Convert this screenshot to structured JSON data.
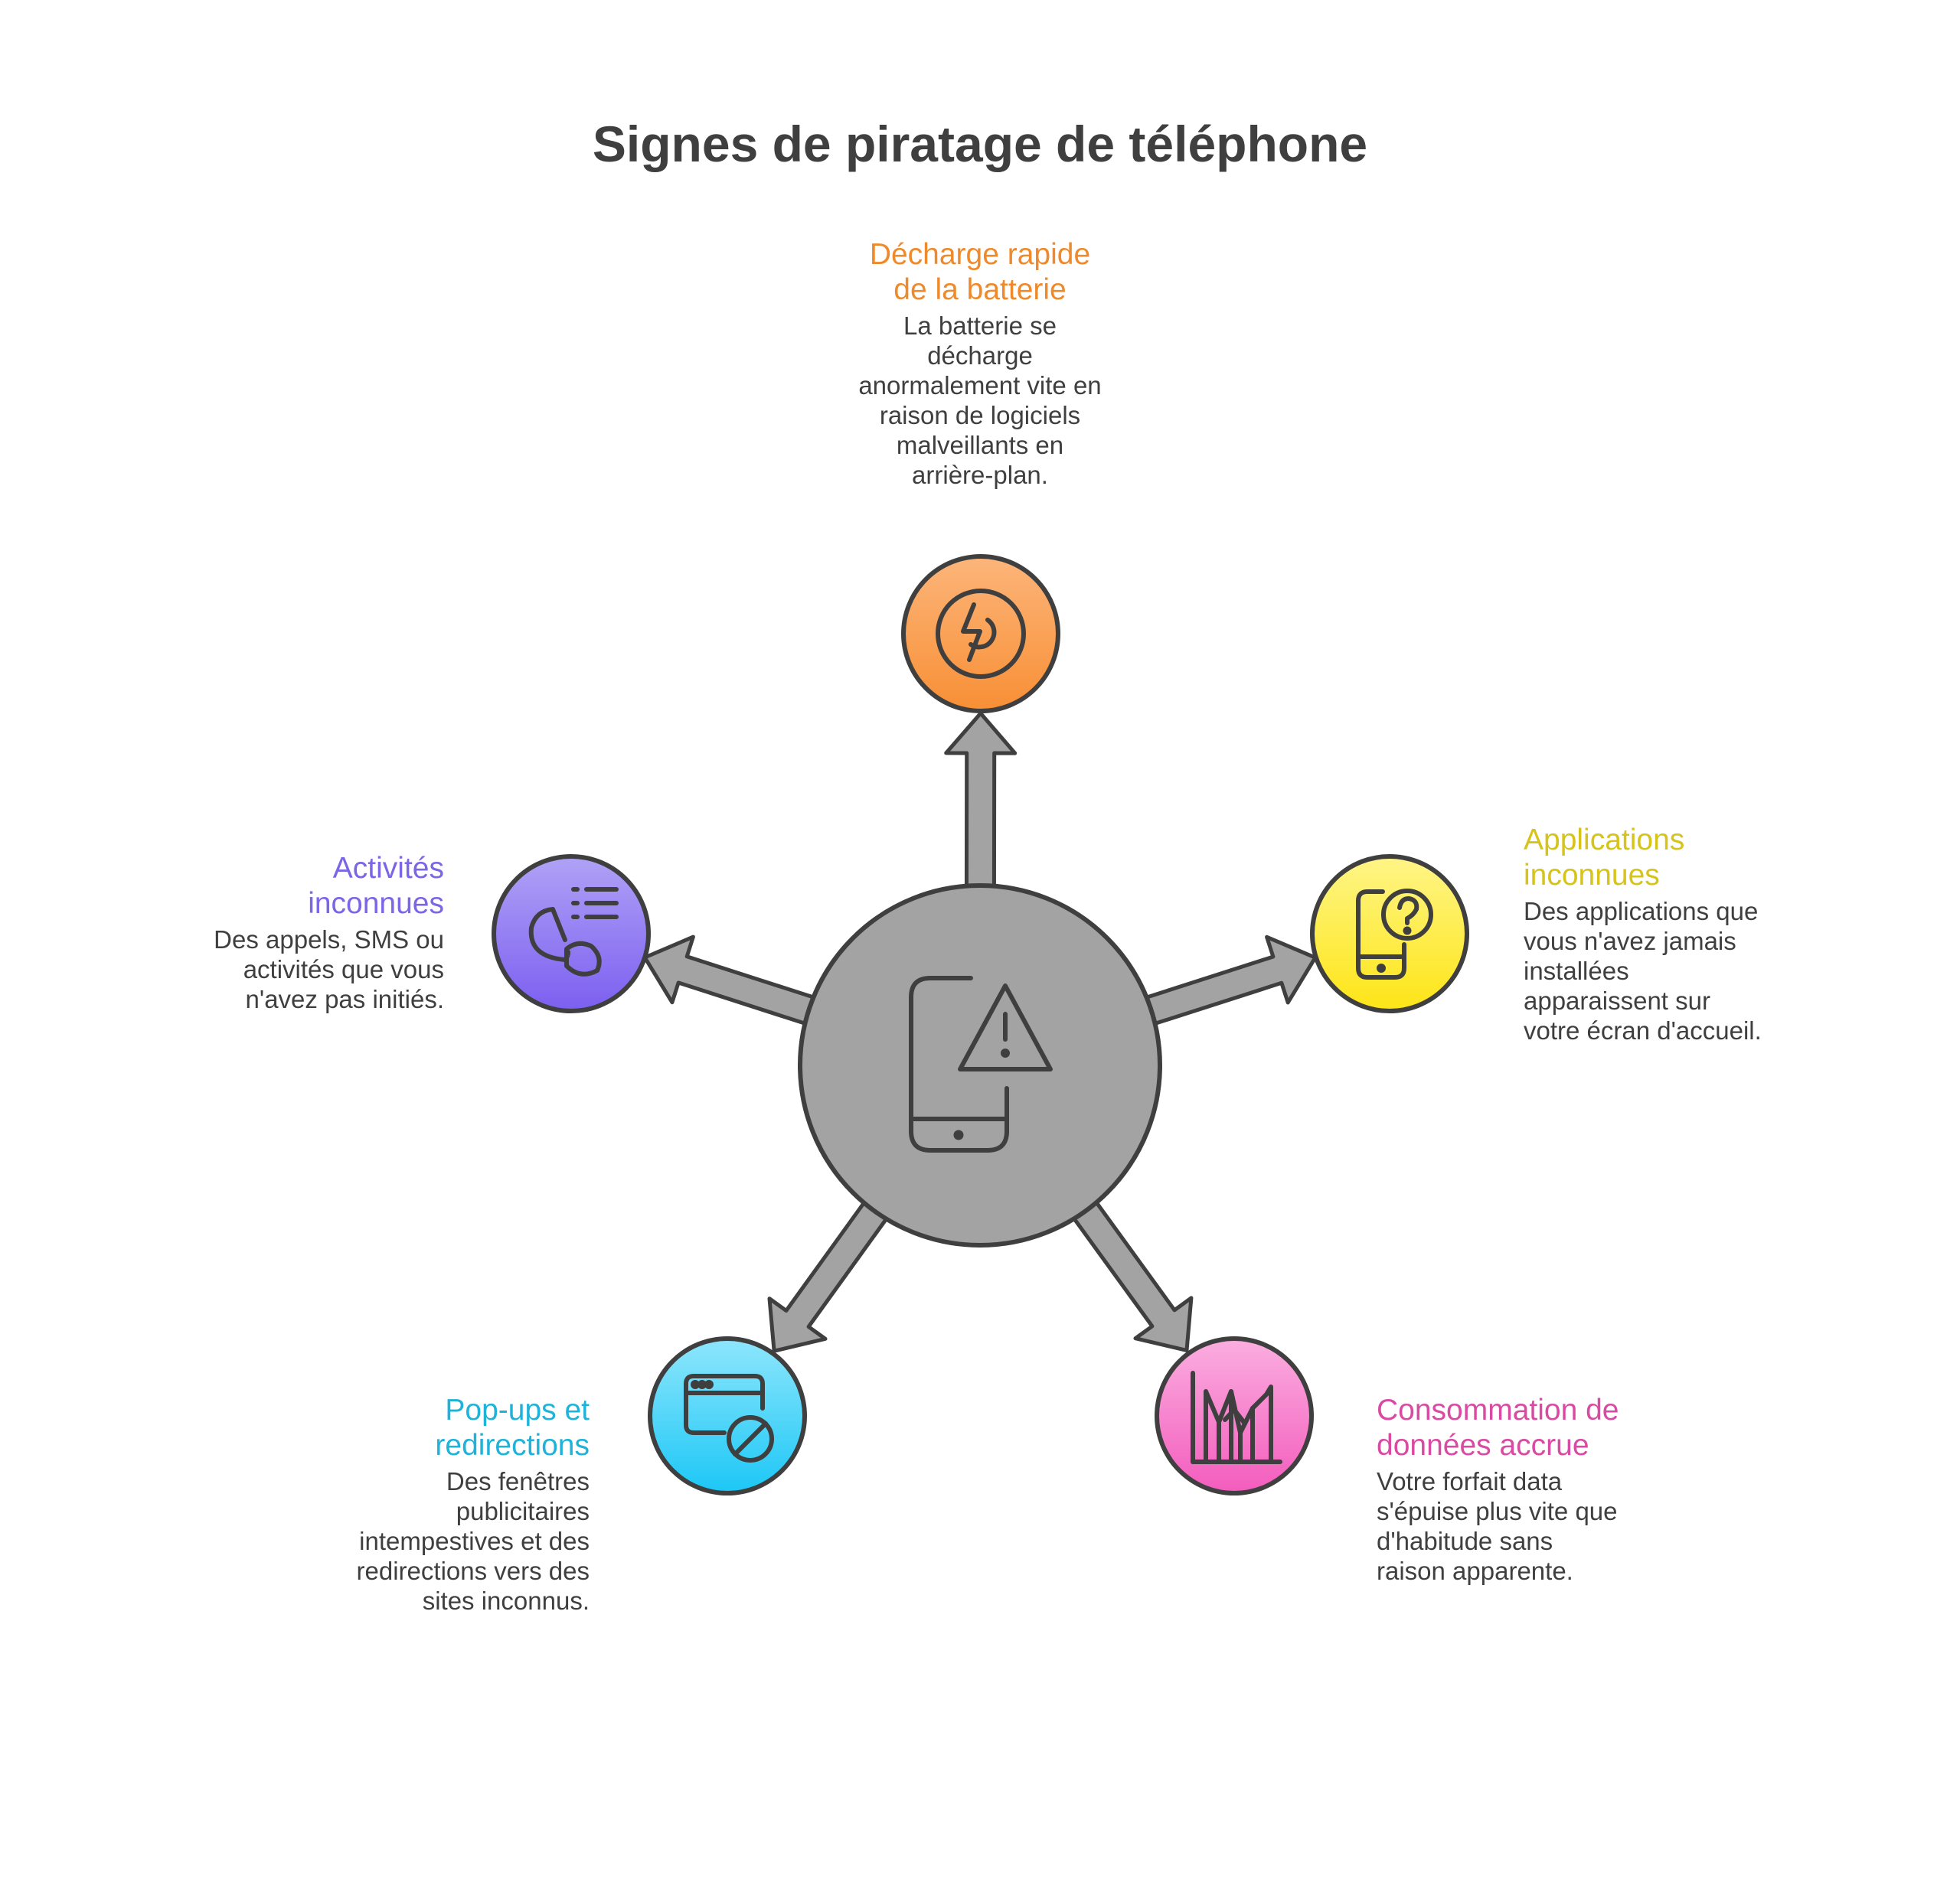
{
  "title": "Signes de piratage de téléphone",
  "colors": {
    "hub": "#a3a3a3",
    "stroke": "#3f3f3f",
    "battery": "#ef8a2c",
    "activities": "#7c65e6",
    "apps": "#d6c41a",
    "popups": "#1fb3d9",
    "data": "#d94aa2"
  },
  "center": {
    "icon": "phone-warning-icon"
  },
  "signs": [
    {
      "id": "battery",
      "title": "Décharge rapide de la batterie",
      "title_lines": [
        "Décharge rapide",
        "de la batterie"
      ],
      "description": "La batterie se décharge anormalement vite en raison de logiciels malveillants en arrière-plan.",
      "description_lines": [
        "La batterie se",
        "décharge",
        "anormalement vite en",
        "raison de logiciels",
        "malveillants en",
        "arrière-plan."
      ],
      "icon": "battery-bolt-icon"
    },
    {
      "id": "activities",
      "title": "Activités inconnues",
      "title_lines": [
        "Activités",
        "inconnues"
      ],
      "description": "Des appels, SMS ou activités que vous n'avez pas initiés.",
      "description_lines": [
        "Des appels, SMS ou",
        "activités que vous",
        "n'avez pas initiés."
      ],
      "icon": "phone-call-list-icon"
    },
    {
      "id": "apps",
      "title": "Applications inconnues",
      "title_lines": [
        "Applications",
        "inconnues"
      ],
      "description": "Des applications que vous n'avez jamais installées apparaissent sur votre écran d'accueil.",
      "description_lines": [
        "Des applications que",
        "vous n'avez jamais",
        "installées",
        "apparaissent sur",
        "votre écran d'accueil."
      ],
      "icon": "phone-question-icon"
    },
    {
      "id": "popups",
      "title": "Pop-ups et redirections",
      "title_lines": [
        "Pop-ups et",
        "redirections"
      ],
      "description": "Des fenêtres publicitaires intempestives et des redirections vers des sites inconnus.",
      "description_lines": [
        "Des fenêtres",
        "publicitaires",
        "intempestives et des",
        "redirections vers des",
        "sites inconnus."
      ],
      "icon": "browser-blocked-icon"
    },
    {
      "id": "data",
      "title": "Consommation de données accrue",
      "title_lines": [
        "Consommation de",
        "données accrue"
      ],
      "description": "Votre forfait data s'épuise plus vite que d'habitude sans raison apparente.",
      "description_lines": [
        "Votre forfait data",
        "s'épuise plus vite que",
        "d'habitude sans",
        "raison apparente."
      ],
      "icon": "data-chart-icon"
    }
  ]
}
